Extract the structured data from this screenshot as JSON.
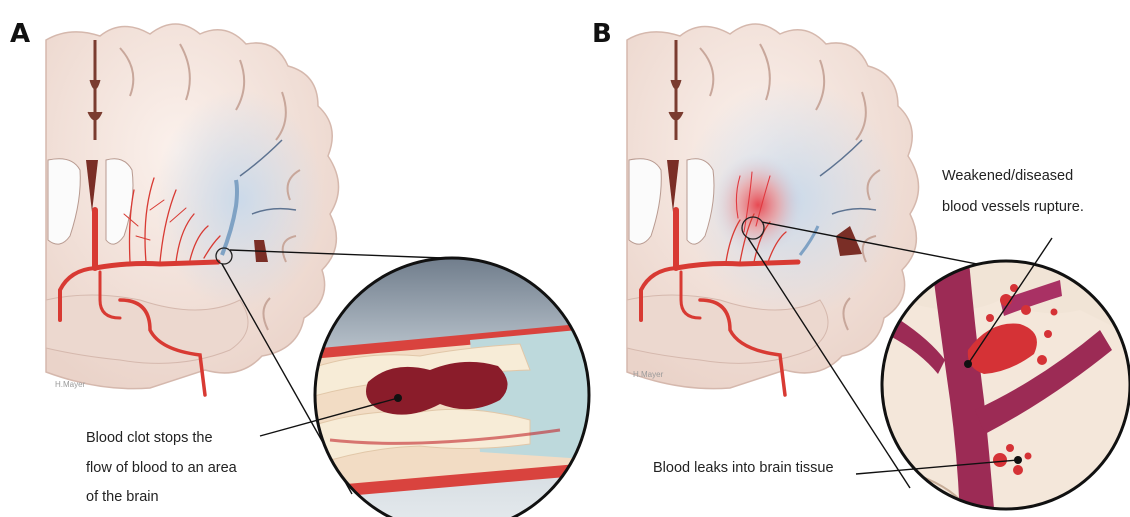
{
  "panels": {
    "a": {
      "letter": "A",
      "signature": "H.Mayer",
      "annotation_lines": [
        "Blood clot stops the",
        "flow of blood to an area",
        "of the brain"
      ]
    },
    "b": {
      "letter": "B",
      "signature": "H.Mayer",
      "annotation_top_lines": [
        "Weakened/diseased",
        "blood vessels rupture."
      ],
      "annotation_bottom": "Blood leaks into brain tissue"
    }
  },
  "colors": {
    "brain": "#f3e3dc",
    "artery": "#d83a33",
    "vein": "#7fa2c4",
    "clot": "#8a1c2a",
    "hemorrhage": "#e23a33",
    "vessel_wall": "#9c2b55"
  }
}
